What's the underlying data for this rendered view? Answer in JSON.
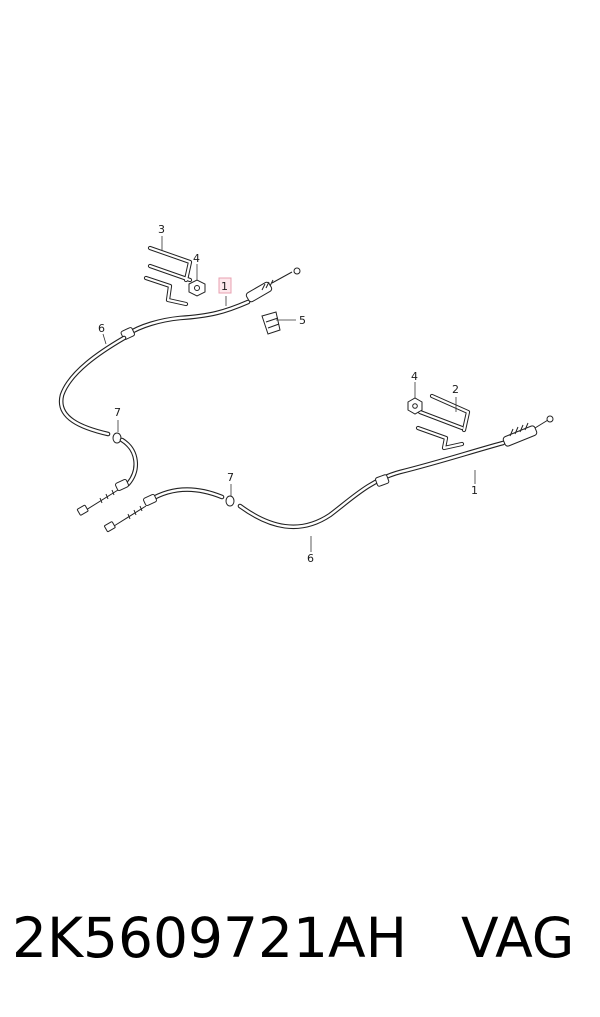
{
  "diagram": {
    "callouts": {
      "c1_top": "1",
      "c1_right": "1",
      "c2": "2",
      "c3": "3",
      "c4_top": "4",
      "c4_right": "4",
      "c5": "5",
      "c6_left": "6",
      "c6_bottom": "6",
      "c7_left": "7",
      "c7_mid": "7"
    }
  },
  "footer": {
    "part_number": "2K5609721AH",
    "brand": "VAG"
  }
}
